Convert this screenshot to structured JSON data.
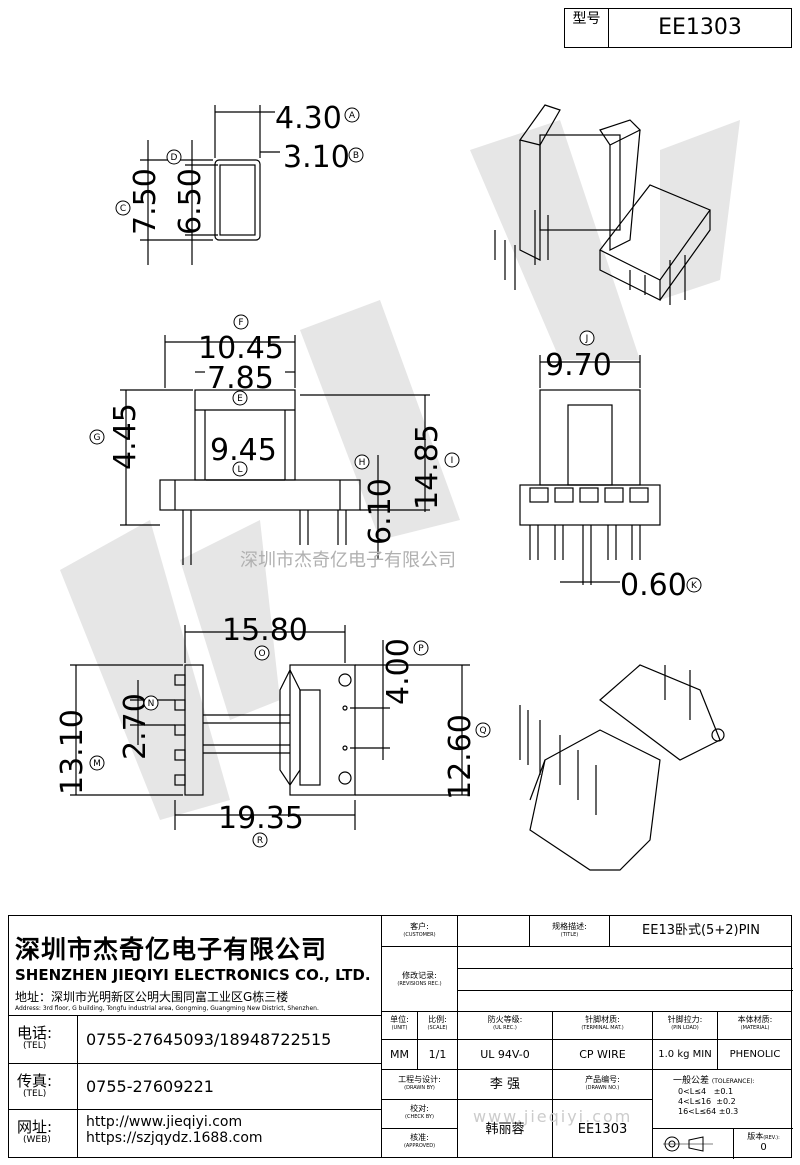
{
  "model": {
    "label": "型号",
    "value": "EE1303"
  },
  "dims": {
    "A": "4.30",
    "B": "3.10",
    "C": "7.50",
    "D": "6.50",
    "F": "10.45",
    "E": "7.85",
    "L": "9.45",
    "G": "4.45",
    "H": "6.10",
    "I": "14.85",
    "J": "9.70",
    "K": "0.60",
    "O": "15.80",
    "P": "4.00",
    "N": "2.70",
    "M": "13.10",
    "Q": "12.60",
    "R": "19.35"
  },
  "dim_letters": [
    "A",
    "B",
    "C",
    "D",
    "E",
    "F",
    "G",
    "H",
    "I",
    "J",
    "K",
    "L",
    "M",
    "N",
    "O",
    "P",
    "Q",
    "R"
  ],
  "watermark": "深圳市杰奇亿电子有限公司",
  "company": {
    "name_cn": "深圳市杰奇亿电子有限公司",
    "name_en": "SHENZHEN JIEQIYI ELECTRONICS CO., LTD.",
    "address_cn": "地址：深圳市光明新区公明大围同富工业区G栋三楼",
    "address_en": "Address: 3rd floor, G building, Tongfu industrial area, Gongming, Guangming New District, Shenzhen.",
    "tel_label": "电话:",
    "tel_label_en": "(TEL)",
    "tel": "0755-27645093/18948722515",
    "fax_label": "传真:",
    "fax_label_en": "(TEL)",
    "fax": "0755-27609221",
    "web_label": "网址:",
    "web_label_en": "(WEB)",
    "web1": "http://www.jieqiyi.com",
    "web2": "https://szjqydz.1688.com"
  },
  "fields": {
    "customer_label": "客户:",
    "customer_en": "(CUSTOMER)",
    "customer": "",
    "title_label": "规格描述:",
    "title_en": "(TITLE)",
    "title": "EE13卧式(5+2)PIN",
    "rev_label": "修改记录:",
    "rev_en": "(REVISIONS REC.)",
    "unit_label": "单位:",
    "unit_en": "(UNIT)",
    "unit": "MM",
    "scale_label": "比例:",
    "scale_en": "(SCALE)",
    "scale": "1/1",
    "ul_label": "防火等级:",
    "ul_en": "(UL REC.)",
    "ul": "UL 94V-0",
    "terminal_label": "针脚材质:",
    "terminal_en": "(TERMINAL MAT.)",
    "terminal": "CP WIRE",
    "pinload_label": "针脚拉力:",
    "pinload_en": "(PIN LOAD)",
    "pinload": "1.0 kg MIN",
    "material_label": "本体材质:",
    "material_en": "(MATERIAL)",
    "material": "PHENOLIC",
    "drawn_label": "工程与设计:",
    "drawn_en": "(DRAWN BY)",
    "drawn": "李 强",
    "check_label": "校对:",
    "check_en": "(CHECK BY)",
    "approved_label": "核准:",
    "approved_en": "(APPROVED)",
    "approved": "韩丽蓉",
    "drawno_label": "产品编号:",
    "drawno_en": "(DRAWN NO.)",
    "drawno": "EE1303",
    "tol_label": "一般公差",
    "tol_en": "(TOLERANCE):",
    "tol_rows": [
      {
        "range": "0<L≤4",
        "tol": "±0.1"
      },
      {
        "range": "4<L≤16",
        "tol": "±0.2"
      },
      {
        "range": "16<L≤64",
        "tol": "±0.3"
      }
    ],
    "rev_ver_label": "版本",
    "rev_ver_en": "(REV.):",
    "rev_ver": "0",
    "site_watermark": "www.jieqiyi.com"
  }
}
